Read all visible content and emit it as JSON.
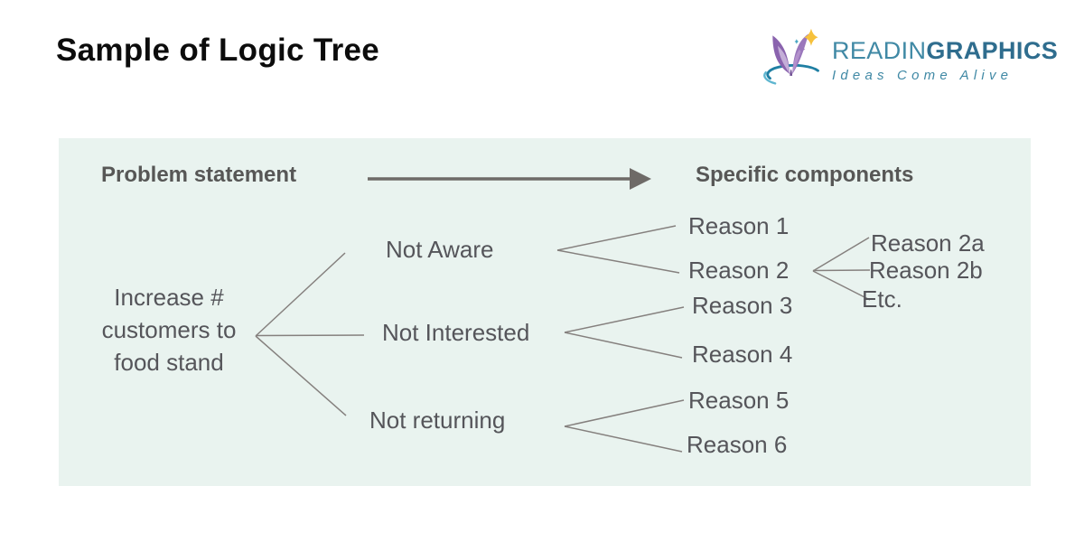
{
  "page": {
    "title": "Sample of Logic Tree"
  },
  "logo": {
    "brand_light": "READIN",
    "brand_bold": "GRAPHICS",
    "tagline": "Ideas Come Alive",
    "colors": {
      "brand_teal": "#4089a5",
      "brand_blue": "#2f6d8e",
      "icon_purple": "#8a63ae",
      "icon_purple_light": "#c4aed8",
      "icon_gold": "#f6c13c",
      "icon_swoosh": "#1f7fa3"
    }
  },
  "diagram": {
    "background": "#e9f3ef",
    "line_color": "#85807e",
    "arrow_color": "#6e6a67",
    "text_color": "#55555a",
    "heading_color": "#575756",
    "headings": {
      "left": "Problem statement",
      "right": "Specific components"
    },
    "tree": {
      "root": {
        "label": "Increase #\ncustomers to\nfood stand"
      },
      "branches": [
        {
          "label": "Not Aware",
          "children": [
            {
              "label": "Reason 1"
            },
            {
              "label": "Reason 2",
              "children": [
                {
                  "label": "Reason 2a"
                },
                {
                  "label": "Reason 2b"
                },
                {
                  "label": "Etc."
                }
              ]
            }
          ]
        },
        {
          "label": "Not Interested",
          "children": [
            {
              "label": "Reason 3"
            },
            {
              "label": "Reason 4"
            }
          ]
        },
        {
          "label": "Not returning",
          "children": [
            {
              "label": "Reason 5"
            },
            {
              "label": "Reason 6"
            }
          ]
        }
      ]
    }
  }
}
